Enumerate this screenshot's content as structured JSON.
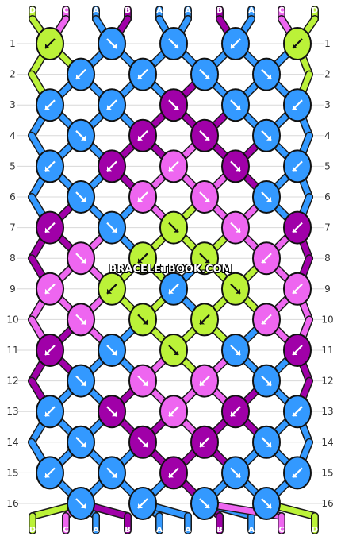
{
  "watermark": "BRACELETBOOK.COM",
  "colors": {
    "A": "#3399ff",
    "B": "#a000a8",
    "C": "#ee66f0",
    "D": "#bbf238"
  },
  "strands_top": [
    "D",
    "C",
    "A",
    "B",
    "A",
    "A",
    "B",
    "A",
    "C",
    "D"
  ],
  "strands_bottom": [
    "D",
    "C",
    "A",
    "B",
    "A",
    "A",
    "B",
    "A",
    "C",
    "D"
  ],
  "row_labels": [
    "1",
    "2",
    "3",
    "4",
    "5",
    "6",
    "7",
    "8",
    "9",
    "10",
    "11",
    "12",
    "13",
    "14",
    "15",
    "16"
  ],
  "knots": [
    [
      {
        "c": "D",
        "d": "bl"
      },
      {
        "c": "A",
        "d": "br"
      },
      {
        "c": "A",
        "d": "br"
      },
      {
        "c": "A",
        "d": "bl"
      },
      {
        "c": "D",
        "d": "bl"
      }
    ],
    [
      {
        "c": "A",
        "d": "bl"
      },
      {
        "c": "A",
        "d": "bl"
      },
      {
        "c": "A",
        "d": "br"
      },
      {
        "c": "A",
        "d": "br"
      }
    ],
    [
      {
        "c": "A",
        "d": "bl"
      },
      {
        "c": "A",
        "d": "bl"
      },
      {
        "c": "B",
        "d": "br"
      },
      {
        "c": "A",
        "d": "br"
      },
      {
        "c": "A",
        "d": "bl"
      }
    ],
    [
      {
        "c": "A",
        "d": "br"
      },
      {
        "c": "B",
        "d": "bl"
      },
      {
        "c": "B",
        "d": "br"
      },
      {
        "c": "A",
        "d": "br"
      }
    ],
    [
      {
        "c": "A",
        "d": "bl"
      },
      {
        "c": "B",
        "d": "bl"
      },
      {
        "c": "C",
        "d": "bl"
      },
      {
        "c": "B",
        "d": "br"
      },
      {
        "c": "A",
        "d": "bl"
      }
    ],
    [
      {
        "c": "A",
        "d": "br"
      },
      {
        "c": "C",
        "d": "bl"
      },
      {
        "c": "C",
        "d": "br"
      },
      {
        "c": "A",
        "d": "br"
      }
    ],
    [
      {
        "c": "B",
        "d": "bl"
      },
      {
        "c": "A",
        "d": "br"
      },
      {
        "c": "D",
        "d": "br"
      },
      {
        "c": "C",
        "d": "br"
      },
      {
        "c": "B",
        "d": "bl"
      }
    ],
    [
      {
        "c": "C",
        "d": "br"
      },
      {
        "c": "D",
        "d": "bl"
      },
      {
        "c": "D",
        "d": "br"
      },
      {
        "c": "C",
        "d": "bl"
      }
    ],
    [
      {
        "c": "C",
        "d": "bl"
      },
      {
        "c": "D",
        "d": "bl"
      },
      {
        "c": "A",
        "d": "bl"
      },
      {
        "c": "D",
        "d": "br"
      },
      {
        "c": "C",
        "d": "bl"
      }
    ],
    [
      {
        "c": "C",
        "d": "br"
      },
      {
        "c": "D",
        "d": "br"
      },
      {
        "c": "D",
        "d": "bl"
      },
      {
        "c": "C",
        "d": "bl"
      }
    ],
    [
      {
        "c": "B",
        "d": "bl"
      },
      {
        "c": "A",
        "d": "br"
      },
      {
        "c": "D",
        "d": "br"
      },
      {
        "c": "A",
        "d": "br"
      },
      {
        "c": "B",
        "d": "bl"
      }
    ],
    [
      {
        "c": "A",
        "d": "br"
      },
      {
        "c": "C",
        "d": "br"
      },
      {
        "c": "C",
        "d": "bl"
      },
      {
        "c": "A",
        "d": "br"
      }
    ],
    [
      {
        "c": "A",
        "d": "bl"
      },
      {
        "c": "B",
        "d": "br"
      },
      {
        "c": "C",
        "d": "bl"
      },
      {
        "c": "B",
        "d": "bl"
      },
      {
        "c": "A",
        "d": "bl"
      }
    ],
    [
      {
        "c": "A",
        "d": "br"
      },
      {
        "c": "B",
        "d": "br"
      },
      {
        "c": "B",
        "d": "bl"
      },
      {
        "c": "A",
        "d": "br"
      }
    ],
    [
      {
        "c": "A",
        "d": "bl"
      },
      {
        "c": "A",
        "d": "br"
      },
      {
        "c": "B",
        "d": "bl"
      },
      {
        "c": "A",
        "d": "br"
      },
      {
        "c": "A",
        "d": "bl"
      }
    ],
    [
      {
        "c": "A",
        "d": "br"
      },
      {
        "c": "A",
        "d": "bl"
      },
      {
        "c": "A",
        "d": "br"
      },
      {
        "c": "A",
        "d": "br"
      }
    ]
  ]
}
